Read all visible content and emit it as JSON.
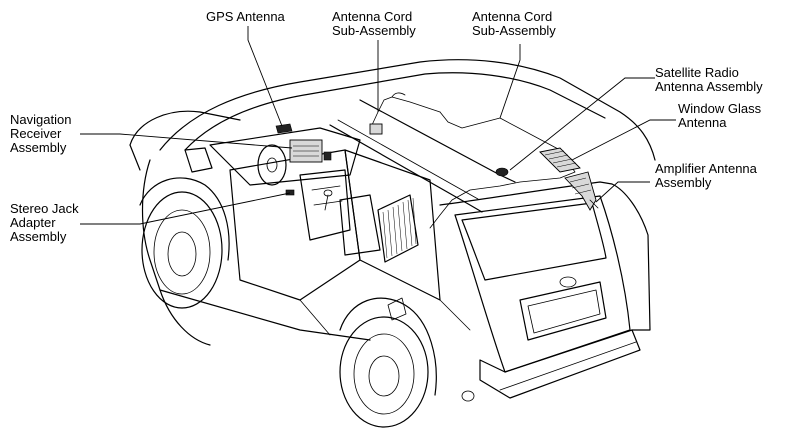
{
  "labels": {
    "gps_antenna": [
      "GPS Antenna"
    ],
    "antenna_cord_1": [
      "Antenna Cord",
      "Sub-Assembly"
    ],
    "antenna_cord_2": [
      "Antenna Cord",
      "Sub-Assembly"
    ],
    "satellite_radio": [
      "Satellite Radio",
      "Antenna Assembly"
    ],
    "window_glass": [
      "Window Glass",
      "Antenna"
    ],
    "amplifier": [
      "Amplifier Antenna",
      "Assembly"
    ],
    "navigation": [
      "Navigation",
      "Receiver",
      "Assembly"
    ],
    "stereo_jack": [
      "Stereo Jack",
      "Adapter",
      "Assembly"
    ]
  }
}
